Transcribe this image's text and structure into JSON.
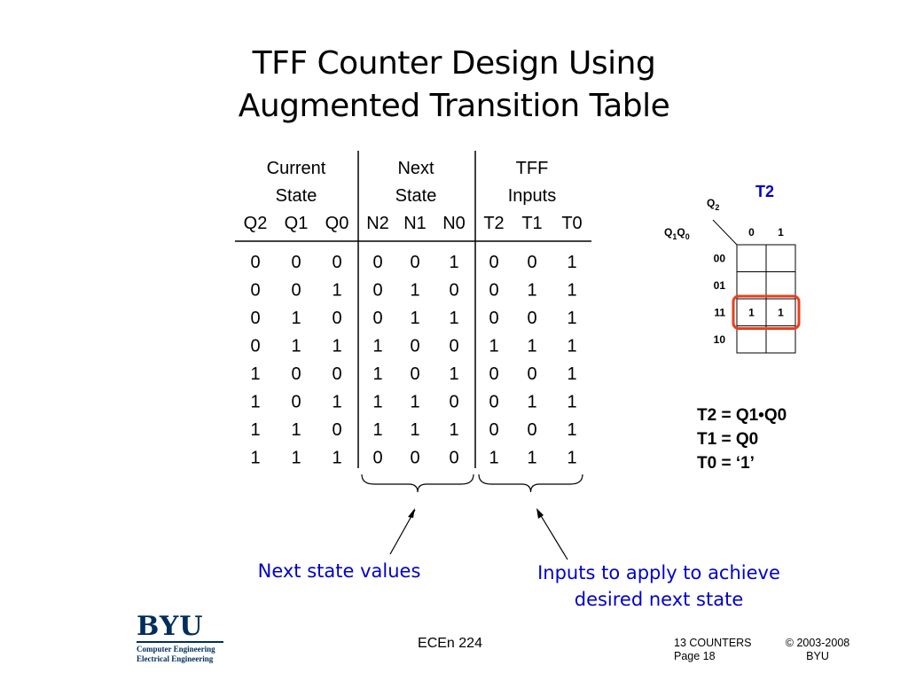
{
  "title": {
    "line1": "TFF Counter Design Using",
    "line2": "Augmented Transition Table"
  },
  "table": {
    "group_headers": [
      {
        "line1": "Current",
        "line2": "State"
      },
      {
        "line1": "Next",
        "line2": "State"
      },
      {
        "line1": "TFF",
        "line2": "Inputs"
      }
    ],
    "columns": [
      "Q2",
      "Q1",
      "Q0",
      "N2",
      "N1",
      "N0",
      "T2",
      "T1",
      "T0"
    ],
    "rows": [
      [
        "0",
        "0",
        "0",
        "0",
        "0",
        "1",
        "0",
        "0",
        "1"
      ],
      [
        "0",
        "0",
        "1",
        "0",
        "1",
        "0",
        "0",
        "1",
        "1"
      ],
      [
        "0",
        "1",
        "0",
        "0",
        "1",
        "1",
        "0",
        "0",
        "1"
      ],
      [
        "0",
        "1",
        "1",
        "1",
        "0",
        "0",
        "1",
        "1",
        "1"
      ],
      [
        "1",
        "0",
        "0",
        "1",
        "0",
        "1",
        "0",
        "0",
        "1"
      ],
      [
        "1",
        "0",
        "1",
        "1",
        "1",
        "0",
        "0",
        "1",
        "1"
      ],
      [
        "1",
        "1",
        "0",
        "1",
        "1",
        "1",
        "0",
        "0",
        "1"
      ],
      [
        "1",
        "1",
        "1",
        "0",
        "0",
        "0",
        "1",
        "1",
        "1"
      ]
    ]
  },
  "kmap": {
    "title": "T2",
    "col_var": "Q",
    "col_var_sub": "2",
    "row_var_a": "Q",
    "row_var_a_sub": "1",
    "row_var_b": "Q",
    "row_var_b_sub": "0",
    "col_labels": [
      "0",
      "1"
    ],
    "row_labels": [
      "00",
      "01",
      "11",
      "10"
    ],
    "cells": [
      [
        "",
        ""
      ],
      [
        "",
        ""
      ],
      [
        "1",
        "1"
      ],
      [
        "",
        ""
      ]
    ],
    "highlight_color": "#e8401c"
  },
  "equations": [
    "T2 = Q1•Q0",
    "T1 = Q0",
    "T0 = ‘1’"
  ],
  "notes": {
    "next_state": "Next state values",
    "inputs_line1": "Inputs to apply to achieve",
    "inputs_line2": "desired next state"
  },
  "footer": {
    "logo_mark": "BYU",
    "logo_line1": "Computer Engineering",
    "logo_line2": "Electrical Engineering",
    "course": "ECEn 224",
    "chapter": "13 COUNTERS",
    "page": "Page 18",
    "copyright": "© 2003-2008",
    "org": "BYU"
  },
  "colors": {
    "accent_blue": "#0000cc",
    "logo_navy": "#002e5d",
    "highlight": "#e8401c"
  }
}
